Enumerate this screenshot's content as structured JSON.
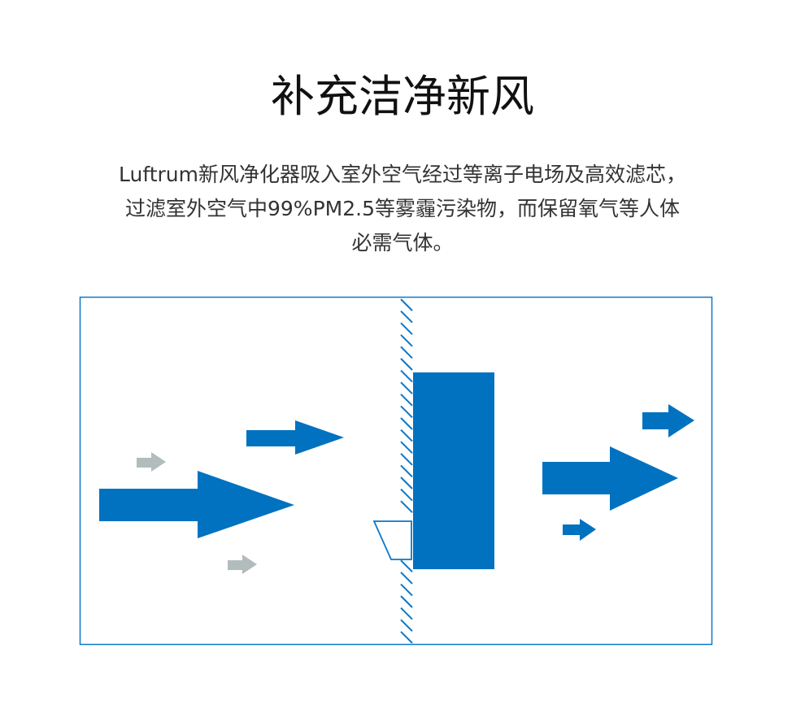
{
  "title": "补充洁净新风",
  "description": {
    "lines": [
      "Luftrum新风净化器吸入室外空气经过等离子电场及高效滤芯，",
      "过滤室外空气中99%PM2.5等雾霾污染物，而保留氧气等人体",
      "必需气体。"
    ]
  },
  "colors": {
    "accent": "#0072c0",
    "inactive_arrow": "#b3bcbc",
    "text": "#333333"
  }
}
